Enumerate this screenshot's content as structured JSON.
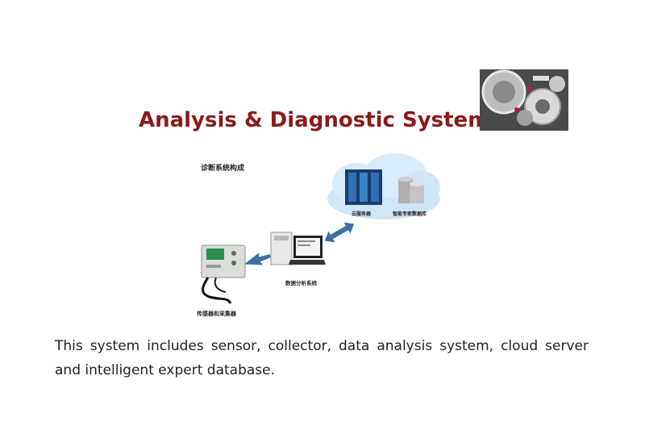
{
  "title": "Analysis & Diagnostic System",
  "subtitle": "诊断系统构成",
  "nodes": {
    "cloud_server": "云服务器",
    "expert_database": "智能专家数据库",
    "analysis_system": "数据分析系统",
    "sensor_collector": "传感器和采集器"
  },
  "caption": "This system includes sensor, collector, data analysis system, cloud server and intelligent expert database.",
  "colors": {
    "title": "#8b1a1a",
    "arrow": "#3d6ea8",
    "cloud": "#cfe6f7"
  },
  "icons": {
    "photo": "watch-mechanism-photo",
    "arrow1": "arrow-right-icon",
    "arrow2": "double-arrow-icon"
  }
}
